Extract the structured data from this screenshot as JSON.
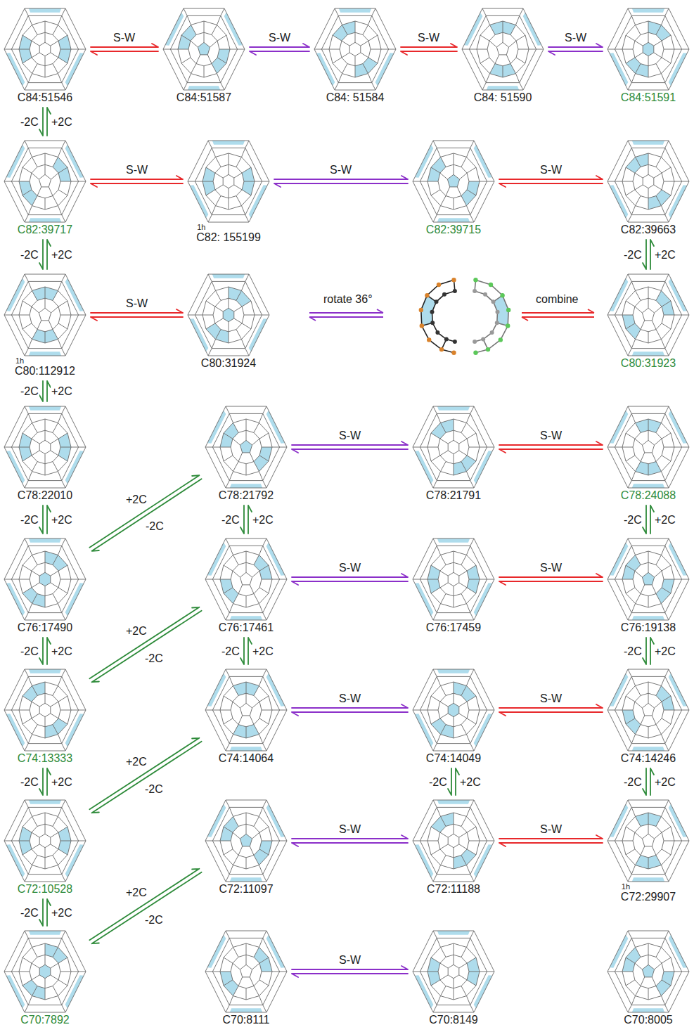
{
  "diagram": {
    "nodes": [
      {
        "text": [
          "C84:51546"
        ]
      },
      {
        "text": [
          "C84:51587"
        ]
      },
      {
        "text": [
          "C84: 51584"
        ]
      },
      {
        "text": [
          "C84: 51590"
        ]
      },
      {
        "text": [
          "C84:51591"
        ]
      },
      {
        "text": [
          "C82:39717"
        ]
      },
      {
        "text": [
          "1h",
          "C82: 155199"
        ]
      },
      {
        "text": [
          "C82:39715"
        ]
      },
      {
        "text": [
          "C82:39663"
        ]
      },
      {
        "text": [
          "1h",
          "C80:112912"
        ]
      },
      {
        "text": [
          "C80:31924"
        ]
      },
      {
        "text": [
          "C80:31923"
        ]
      },
      {
        "text": [
          "C78:22010"
        ]
      },
      {
        "text": [
          "C78:21792"
        ]
      },
      {
        "text": [
          "C78:21791"
        ]
      },
      {
        "text": [
          "C78:24088"
        ]
      },
      {
        "text": [
          "C76:17490"
        ]
      },
      {
        "text": [
          "C76:17461"
        ]
      },
      {
        "text": [
          "C76:17459"
        ]
      },
      {
        "text": [
          "C76:19138"
        ]
      },
      {
        "text": [
          "C74:13333"
        ]
      },
      {
        "text": [
          "C74:14064"
        ]
      },
      {
        "text": [
          "C74:14049"
        ]
      },
      {
        "text": [
          "C74:14246"
        ]
      },
      {
        "text": [
          "C72:10528"
        ]
      },
      {
        "text": [
          "C72:11097"
        ]
      },
      {
        "text": [
          "C72:11188"
        ]
      },
      {
        "text": [
          "1h",
          "C72:29907"
        ]
      },
      {
        "text": [
          "C70:7892"
        ]
      },
      {
        "text": [
          "C70:8111"
        ]
      },
      {
        "text": [
          "C70:8149"
        ]
      },
      {
        "text": [
          "C70:8005"
        ]
      }
    ],
    "edges": [
      {
        "from": 0,
        "to": 1,
        "label": "S-W",
        "arrow": "both"
      },
      {
        "from": 1,
        "to": 2,
        "label": "S-W",
        "arrow": "both"
      },
      {
        "from": 2,
        "to": 3,
        "label": "S-W",
        "arrow": "both"
      },
      {
        "from": 3,
        "to": 4,
        "label": "S-W",
        "arrow": "both"
      },
      {
        "from": 0,
        "to": 5,
        "label": "-2C",
        "arrow": "to"
      },
      {
        "from": 5,
        "to": 0,
        "label": "+2C",
        "arrow": "to"
      },
      {
        "from": 5,
        "to": 6,
        "label": "S-W",
        "arrow": "both"
      },
      {
        "from": 6,
        "to": 7,
        "label": "S-W",
        "arrow": "both"
      },
      {
        "from": 7,
        "to": 8,
        "label": "S-W",
        "arrow": "both"
      },
      {
        "from": 5,
        "to": 9,
        "label": "-2C",
        "arrow": "to"
      },
      {
        "from": 9,
        "to": 5,
        "label": "+2C",
        "arrow": "to"
      },
      {
        "from": 8,
        "to": 11,
        "label": "-2C",
        "arrow": "to"
      },
      {
        "from": 11,
        "to": 8,
        "label": "+2C",
        "arrow": "to"
      },
      {
        "from": 9,
        "to": 10,
        "label": "S-W",
        "arrow": "both"
      },
      {
        "from": 9,
        "to": 12,
        "label": "-2C",
        "arrow": "to"
      },
      {
        "from": 12,
        "to": 9,
        "label": "+2C",
        "arrow": "to"
      },
      {
        "from": 13,
        "to": 14,
        "label": "S-W",
        "arrow": "both"
      },
      {
        "from": 14,
        "to": 15,
        "label": "S-W",
        "arrow": "both"
      },
      {
        "from": 12,
        "to": 16,
        "label": "-2C",
        "arrow": "to"
      },
      {
        "from": 16,
        "to": 12,
        "label": "+2C",
        "arrow": "to"
      },
      {
        "from": 16,
        "to": 13,
        "label": "+2C",
        "arrow": "to"
      },
      {
        "from": 13,
        "to": 16,
        "label": "-2C",
        "arrow": "to"
      },
      {
        "from": 13,
        "to": 17,
        "label": "-2C",
        "arrow": "to"
      },
      {
        "from": 17,
        "to": 13,
        "label": "+2C",
        "arrow": "to"
      },
      {
        "from": 15,
        "to": 19,
        "label": "-2C",
        "arrow": "to"
      },
      {
        "from": 19,
        "to": 15,
        "label": "+2C",
        "arrow": "to"
      },
      {
        "from": 17,
        "to": 18,
        "label": "S-W",
        "arrow": "both"
      },
      {
        "from": 18,
        "to": 19,
        "label": "S-W",
        "arrow": "both"
      },
      {
        "from": 16,
        "to": 20,
        "label": "-2C",
        "arrow": "to"
      },
      {
        "from": 20,
        "to": 16,
        "label": "+2C",
        "arrow": "to"
      },
      {
        "from": 20,
        "to": 17,
        "label": "+2C",
        "arrow": "to"
      },
      {
        "from": 17,
        "to": 20,
        "label": "-2C",
        "arrow": "to"
      },
      {
        "from": 17,
        "to": 21,
        "label": "-2C",
        "arrow": "to"
      },
      {
        "from": 21,
        "to": 17,
        "label": "+2C",
        "arrow": "to"
      },
      {
        "from": 19,
        "to": 23,
        "label": "-2C",
        "arrow": "to"
      },
      {
        "from": 23,
        "to": 19,
        "label": "+2C",
        "arrow": "to"
      },
      {
        "from": 21,
        "to": 22,
        "label": "S-W",
        "arrow": "both"
      },
      {
        "from": 22,
        "to": 23,
        "label": "S-W",
        "arrow": "both"
      },
      {
        "from": 20,
        "to": 24,
        "label": "-2C",
        "arrow": "to"
      },
      {
        "from": 24,
        "to": 20,
        "label": "+2C",
        "arrow": "to"
      },
      {
        "from": 24,
        "to": 21,
        "label": "+2C",
        "arrow": "to"
      },
      {
        "from": 21,
        "to": 24,
        "label": "-2C",
        "arrow": "to"
      },
      {
        "from": 22,
        "to": 26,
        "label": "-2C",
        "arrow": "to"
      },
      {
        "from": 26,
        "to": 22,
        "label": "+2C",
        "arrow": "to"
      },
      {
        "from": 23,
        "to": 27,
        "label": "-2C",
        "arrow": "to"
      },
      {
        "from": 27,
        "to": 23,
        "label": "+2C",
        "arrow": "to"
      },
      {
        "from": 25,
        "to": 26,
        "label": "S-W",
        "arrow": "both"
      },
      {
        "from": 26,
        "to": 27,
        "label": "S-W",
        "arrow": "both"
      },
      {
        "from": 24,
        "to": 28,
        "label": "-2C",
        "arrow": "to"
      },
      {
        "from": 28,
        "to": 24,
        "label": "+2C",
        "arrow": "to"
      },
      {
        "from": 28,
        "to": 25,
        "label": "+2C",
        "arrow": "to"
      },
      {
        "from": 25,
        "to": 28,
        "label": "-2C",
        "arrow": "to"
      },
      {
        "from": 29,
        "to": 30,
        "label": "S-W",
        "arrow": "both"
      }
    ],
    "labels": [
      "rotate 36°",
      "combine"
    ]
  }
}
